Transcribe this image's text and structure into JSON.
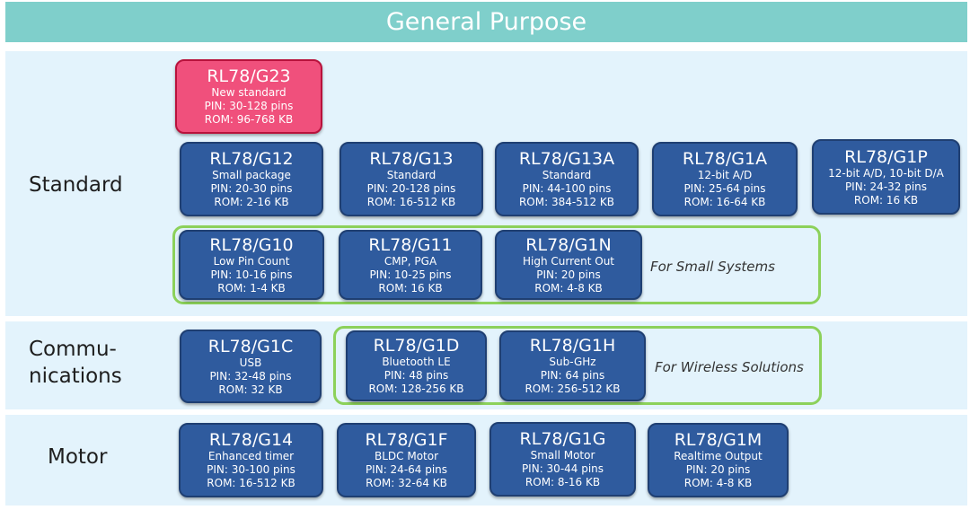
{
  "title": "General Purpose",
  "colors": {
    "header": "#7fcfcb",
    "band": "#e3f3fc",
    "chip": "#2f5b9e",
    "chip_highlight": "#f0507c",
    "group_border": "#8cd15a"
  },
  "sections": {
    "standard": {
      "label": "Standard",
      "new": {
        "name": "RL78/G23",
        "desc": "New standard",
        "pin": "PIN: 30-128 pins",
        "rom": "ROM: 96-768 KB"
      },
      "row1": [
        {
          "name": "RL78/G12",
          "desc": "Small package",
          "pin": "PIN: 20-30 pins",
          "rom": "ROM: 2-16 KB"
        },
        {
          "name": "RL78/G13",
          "desc": "Standard",
          "pin": "PIN: 20-128 pins",
          "rom": "ROM: 16-512 KB"
        },
        {
          "name": "RL78/G13A",
          "desc": "Standard",
          "pin": "PIN: 44-100 pins",
          "rom": "ROM: 384-512 KB"
        },
        {
          "name": "RL78/G1A",
          "desc": "12-bit A/D",
          "pin": "PIN: 25-64 pins",
          "rom": "ROM: 16-64 KB"
        },
        {
          "name": "RL78/G1P",
          "desc": "12-bit A/D, 10-bit D/A",
          "pin": "PIN: 24-32 pins",
          "rom": "ROM: 16 KB"
        }
      ],
      "row2": [
        {
          "name": "RL78/G10",
          "desc": "Low Pin Count",
          "pin": "PIN: 10-16 pins",
          "rom": "ROM: 1-4 KB"
        },
        {
          "name": "RL78/G11",
          "desc": "CMP, PGA",
          "pin": "PIN: 10-25 pins",
          "rom": "ROM: 16 KB"
        },
        {
          "name": "RL78/G1N",
          "desc": "High Current Out",
          "pin": "PIN: 20 pins",
          "rom": "ROM: 4-8 KB"
        }
      ],
      "group_note": "For Small Systems"
    },
    "communications": {
      "label_line1": "Commu-",
      "label_line2": "nications",
      "items": [
        {
          "name": "RL78/G1C",
          "desc": "USB",
          "pin": "PIN: 32-48 pins",
          "rom": "ROM: 32 KB"
        },
        {
          "name": "RL78/G1D",
          "desc": "Bluetooth LE",
          "pin": "PIN: 48 pins",
          "rom": "ROM: 128-256 KB"
        },
        {
          "name": "RL78/G1H",
          "desc": "Sub-GHz",
          "pin": "PIN: 64 pins",
          "rom": "ROM: 256-512 KB"
        }
      ],
      "group_note": "For Wireless Solutions"
    },
    "motor": {
      "label": "Motor",
      "items": [
        {
          "name": "RL78/G14",
          "desc": "Enhanced timer",
          "pin": "PIN: 30-100 pins",
          "rom": "ROM: 16-512 KB"
        },
        {
          "name": "RL78/G1F",
          "desc": "BLDC Motor",
          "pin": "PIN: 24-64 pins",
          "rom": "ROM: 32-64 KB"
        },
        {
          "name": "RL78/G1G",
          "desc": "Small Motor",
          "pin": "PIN: 30-44 pins",
          "rom": "ROM: 8-16 KB"
        },
        {
          "name": "RL78/G1M",
          "desc": "Realtime Output",
          "pin": "PIN: 20 pins",
          "rom": "ROM: 4-8 KB"
        }
      ]
    }
  }
}
